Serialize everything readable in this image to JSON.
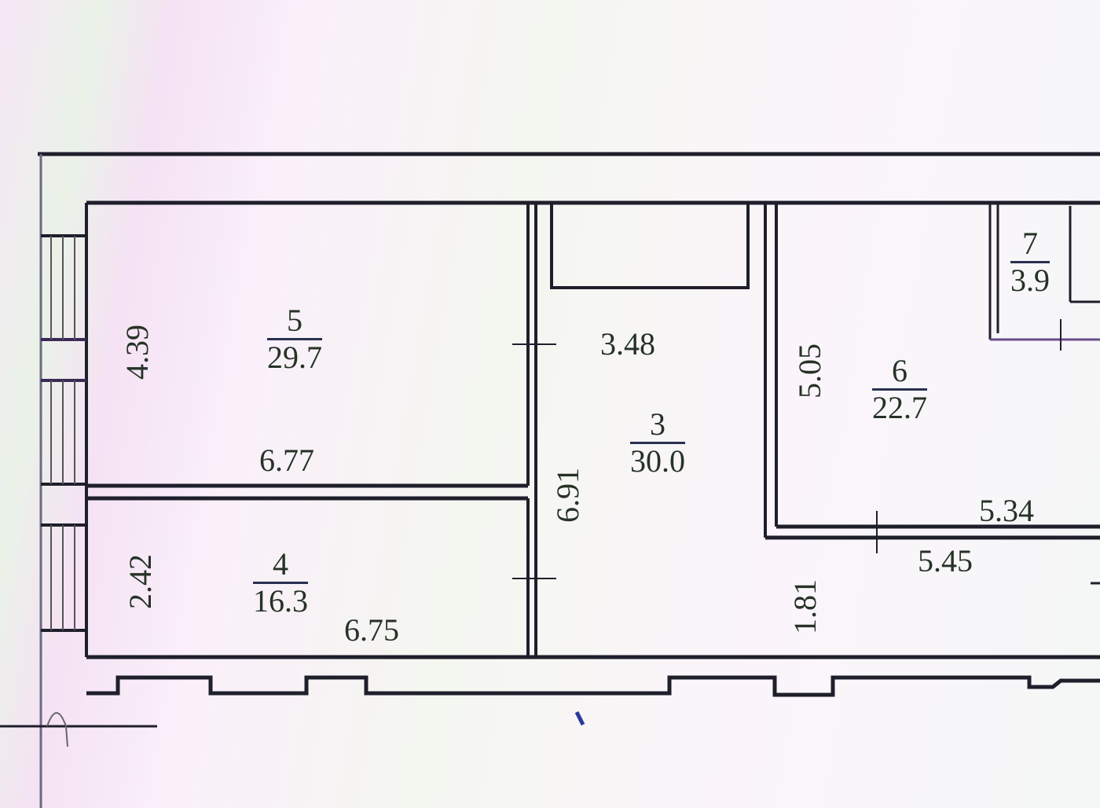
{
  "plan": {
    "type": "apartment floor plan",
    "wall_color": "#1e1e2a",
    "rooms": [
      {
        "number": "5",
        "area": "29.7",
        "width": "6.77",
        "height": "4.39"
      },
      {
        "number": "4",
        "area": "16.3",
        "width": "6.75",
        "height": "2.42"
      },
      {
        "number": "3",
        "area": "30.0",
        "width": "3.48",
        "height": "6.91"
      },
      {
        "number": "6",
        "area": "22.7",
        "width": "5.34",
        "height": "5.05"
      },
      {
        "number": "7",
        "area": "3.9"
      }
    ],
    "extra_dimensions": {
      "corridor_width": "5.45",
      "corridor_height": "1.81"
    }
  }
}
